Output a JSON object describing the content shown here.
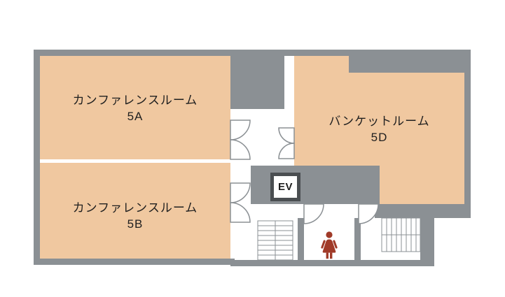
{
  "floorplan": {
    "rooms": [
      {
        "id": "5A",
        "name": "カンファレンスルーム",
        "number": "5A"
      },
      {
        "id": "5B",
        "name": "カンファレンスルーム",
        "number": "5B"
      },
      {
        "id": "5D",
        "name": "バンケットルーム",
        "number": "5D"
      }
    ],
    "elevator": {
      "label": "EV"
    },
    "icons": {
      "restroom": "female-restroom-icon",
      "stairs_left": "stairs-icon",
      "stairs_right": "stairs-icon",
      "doors": "door-swing-arc-icon"
    },
    "colors": {
      "background": "#ffffff",
      "room_fill": "#f0c8a0",
      "wall_gray": "#8b9094",
      "elevator_frame": "#4a4e51",
      "restroom_red": "#a03a28",
      "text": "#1f1f1f"
    }
  }
}
